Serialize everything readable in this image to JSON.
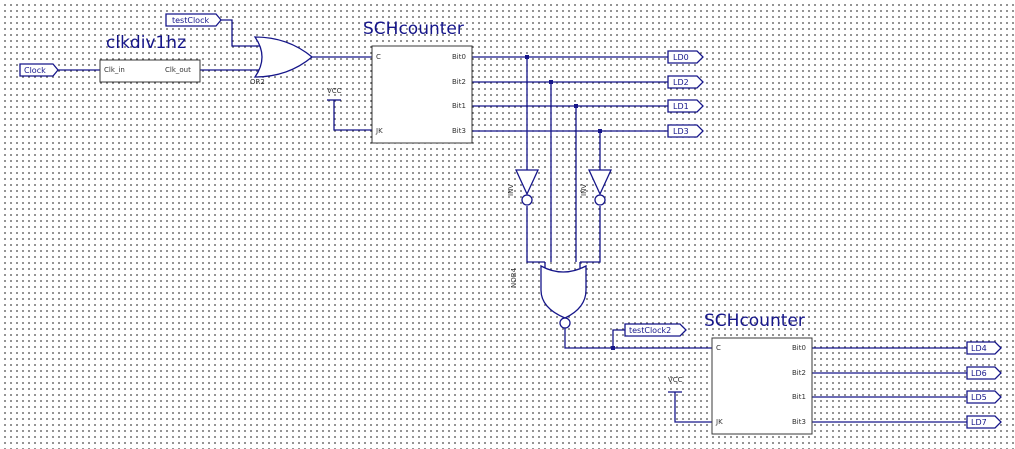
{
  "blocks": {
    "clkdiv": {
      "title": "clkdiv1hz",
      "pin_in": "Clk_in",
      "pin_out": "Clk_out"
    },
    "counter1": {
      "title": "SCHcounter",
      "pin_c": "C",
      "pin_jk": "JK",
      "out0": "Bit0",
      "out1": "Bit2",
      "out2": "Bit1",
      "out3": "Bit3"
    },
    "counter2": {
      "title": "SCHcounter",
      "pin_c": "C",
      "pin_jk": "JK",
      "out0": "Bit0",
      "out1": "Bit2",
      "out2": "Bit1",
      "out3": "Bit3"
    }
  },
  "gates": {
    "or": "OR2",
    "inv1": "INV",
    "inv2": "INV",
    "nor": "NOR4"
  },
  "power": {
    "vcc1": "VCC",
    "vcc2": "VCC"
  },
  "ports": {
    "clock": "Clock",
    "testclock": "testClock",
    "testclock2": "testClock2",
    "ld0": "LD0",
    "ld2": "LD2",
    "ld1": "LD1",
    "ld3": "LD3",
    "ld4": "LD4",
    "ld6": "LD6",
    "ld5": "LD5",
    "ld7": "LD7"
  },
  "colors": {
    "wire": "#16168a",
    "grid_dot": "#333333",
    "background": "#ffffff"
  }
}
